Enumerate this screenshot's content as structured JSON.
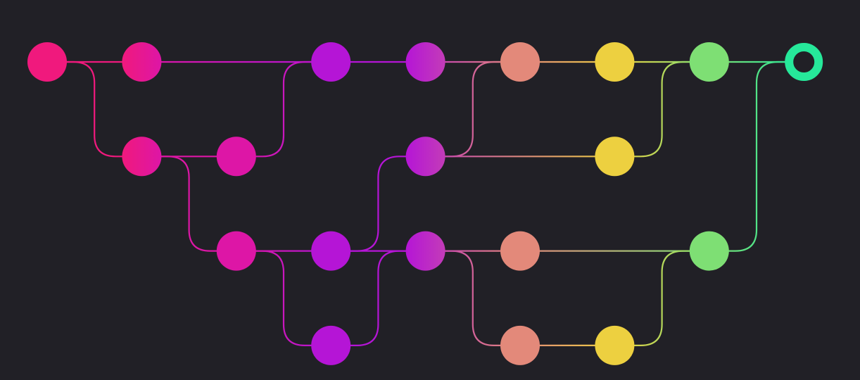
{
  "background_color": "#212026",
  "palette": {
    "pink": "#F0197D",
    "magenta": "#DD16A6",
    "violet": "#B515D6",
    "orchid": "#C33CB8",
    "salmon": "#E3897A",
    "gold": "#EDD040",
    "green": "#7EDF74",
    "head": "#26E89A"
  },
  "lanes": [
    "lane-1",
    "lane-2",
    "lane-3",
    "lane-4"
  ],
  "commits": [
    {
      "id": "c1",
      "lane": 0,
      "step": 0,
      "from": "pink",
      "to": "pink"
    },
    {
      "id": "c2",
      "lane": 0,
      "step": 1,
      "from": "pink",
      "to": "magenta"
    },
    {
      "id": "c3",
      "lane": 0,
      "step": 3,
      "from": "violet",
      "to": "violet"
    },
    {
      "id": "c4",
      "lane": 0,
      "step": 4,
      "from": "violet",
      "to": "orchid"
    },
    {
      "id": "c5",
      "lane": 0,
      "step": 5,
      "from": "salmon",
      "to": "salmon"
    },
    {
      "id": "c6",
      "lane": 0,
      "step": 6,
      "from": "gold",
      "to": "gold"
    },
    {
      "id": "c7",
      "lane": 0,
      "step": 7,
      "from": "green",
      "to": "green"
    },
    {
      "id": "head",
      "lane": 0,
      "step": 8,
      "from": "head",
      "to": "head",
      "ring": true
    },
    {
      "id": "c8",
      "lane": 1,
      "step": 1,
      "from": "pink",
      "to": "magenta"
    },
    {
      "id": "c9",
      "lane": 1,
      "step": 2,
      "from": "magenta",
      "to": "magenta"
    },
    {
      "id": "c10",
      "lane": 1,
      "step": 4,
      "from": "violet",
      "to": "orchid"
    },
    {
      "id": "c11",
      "lane": 1,
      "step": 6,
      "from": "gold",
      "to": "gold"
    },
    {
      "id": "c12",
      "lane": 2,
      "step": 2,
      "from": "magenta",
      "to": "magenta"
    },
    {
      "id": "c13",
      "lane": 2,
      "step": 3,
      "from": "violet",
      "to": "violet"
    },
    {
      "id": "c14",
      "lane": 2,
      "step": 4,
      "from": "violet",
      "to": "orchid"
    },
    {
      "id": "c15",
      "lane": 2,
      "step": 5,
      "from": "salmon",
      "to": "salmon"
    },
    {
      "id": "c16",
      "lane": 2,
      "step": 7,
      "from": "green",
      "to": "green"
    },
    {
      "id": "c17",
      "lane": 3,
      "step": 3,
      "from": "violet",
      "to": "violet"
    },
    {
      "id": "c18",
      "lane": 3,
      "step": 5,
      "from": "salmon",
      "to": "salmon"
    },
    {
      "id": "c19",
      "lane": 3,
      "step": 6,
      "from": "gold",
      "to": "gold"
    }
  ],
  "edges": [
    {
      "from": "c1",
      "to": "c2"
    },
    {
      "from": "c2",
      "to": "c3"
    },
    {
      "from": "c3",
      "to": "c4"
    },
    {
      "from": "c4",
      "to": "c5"
    },
    {
      "from": "c5",
      "to": "c6"
    },
    {
      "from": "c6",
      "to": "c7"
    },
    {
      "from": "c7",
      "to": "head"
    },
    {
      "from": "c1",
      "to": "c8"
    },
    {
      "from": "c8",
      "to": "c9"
    },
    {
      "from": "c9",
      "to": "c3"
    },
    {
      "from": "c8",
      "to": "c12"
    },
    {
      "from": "c12",
      "to": "c13"
    },
    {
      "from": "c13",
      "to": "c10"
    },
    {
      "from": "c10",
      "to": "c5"
    },
    {
      "from": "c10",
      "to": "c11"
    },
    {
      "from": "c11",
      "to": "c7"
    },
    {
      "from": "c13",
      "to": "c14"
    },
    {
      "from": "c14",
      "to": "c15"
    },
    {
      "from": "c15",
      "to": "c16"
    },
    {
      "from": "c16",
      "to": "head"
    },
    {
      "from": "c12",
      "to": "c17"
    },
    {
      "from": "c17",
      "to": "c14"
    },
    {
      "from": "c14",
      "to": "c18"
    },
    {
      "from": "c18",
      "to": "c19"
    },
    {
      "from": "c19",
      "to": "c16"
    }
  ]
}
